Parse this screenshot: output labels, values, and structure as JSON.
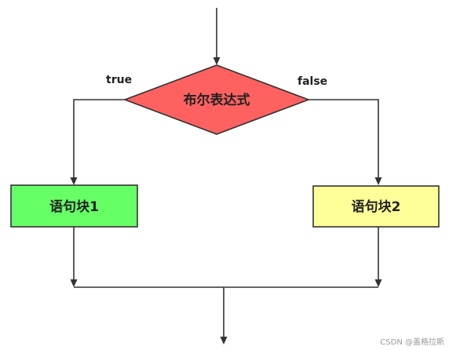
{
  "diagram": {
    "decision": {
      "label": "布尔表达式",
      "fill": "#ff6161",
      "stroke": "#333333"
    },
    "branch_true": {
      "label": "true"
    },
    "branch_false": {
      "label": "false"
    },
    "block1": {
      "label": "语句块1",
      "fill": "#66ff66",
      "stroke": "#333333"
    },
    "block2": {
      "label": "语句块2",
      "fill": "#ffff99",
      "stroke": "#333333"
    }
  },
  "watermark": {
    "text": "CSDN @盖格拉斯"
  }
}
